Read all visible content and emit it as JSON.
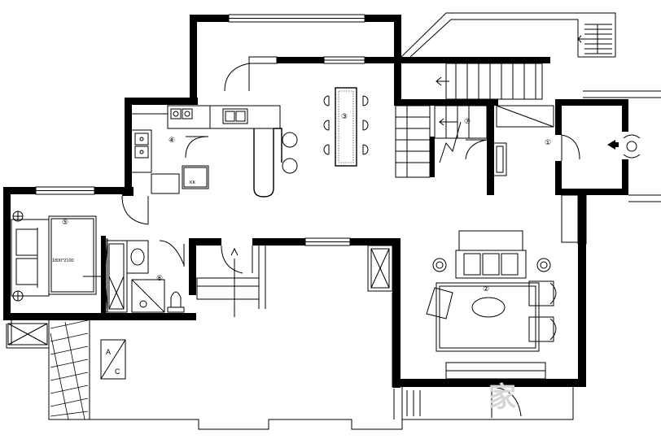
{
  "rooms": [
    {
      "id": "entrance",
      "number": "①"
    },
    {
      "id": "living-room",
      "number": "②"
    },
    {
      "id": "dining-room",
      "number": "③"
    },
    {
      "id": "kitchen",
      "number": "④"
    },
    {
      "id": "bedroom",
      "number": "⑤"
    },
    {
      "id": "bathroom",
      "number": "⑥"
    },
    {
      "id": "stair-hall",
      "number": "⑦"
    }
  ],
  "bed_size": "1800*2100",
  "ac_unit": {
    "top": "A",
    "bottom": "C"
  },
  "watermark": "家"
}
